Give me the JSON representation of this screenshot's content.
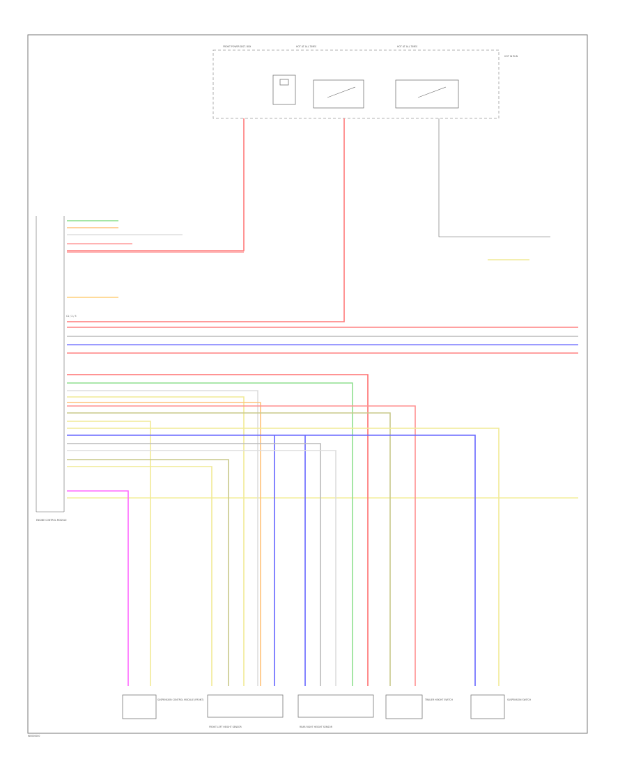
{
  "diagram": {
    "footer_code": "W0000000",
    "connector_label": "C1 / 2 / 3",
    "modules": {
      "top_power_box": "FRONT POWER DIST. BOX",
      "ecm_label": "ENGINE CONTROL MODULE",
      "relay_left": "HOT AT ALL TIMES",
      "relay_mid": "HOT IN RUN",
      "relay_right": "HOT AT ALL TIMES"
    },
    "components": [
      {
        "label": "SUSPENSION CONTROL MODULE (FRONT)"
      },
      {
        "label": "FRONT LEFT HEIGHT SENSOR"
      },
      {
        "label": "REAR RIGHT HEIGHT SENSOR"
      },
      {
        "label": "TRAILER HEIGHT SWITCH"
      },
      {
        "label": "SUSPENSION SWITCH"
      }
    ],
    "colors": {
      "red": "#ff6f6f",
      "pink": "#ff9a9a",
      "blue": "#6666ff",
      "yellow": "#f1ea96",
      "green": "#88dd88",
      "orange": "#ffc27a",
      "magenta": "#ff66ff",
      "grey": "#bbbbbb"
    }
  }
}
